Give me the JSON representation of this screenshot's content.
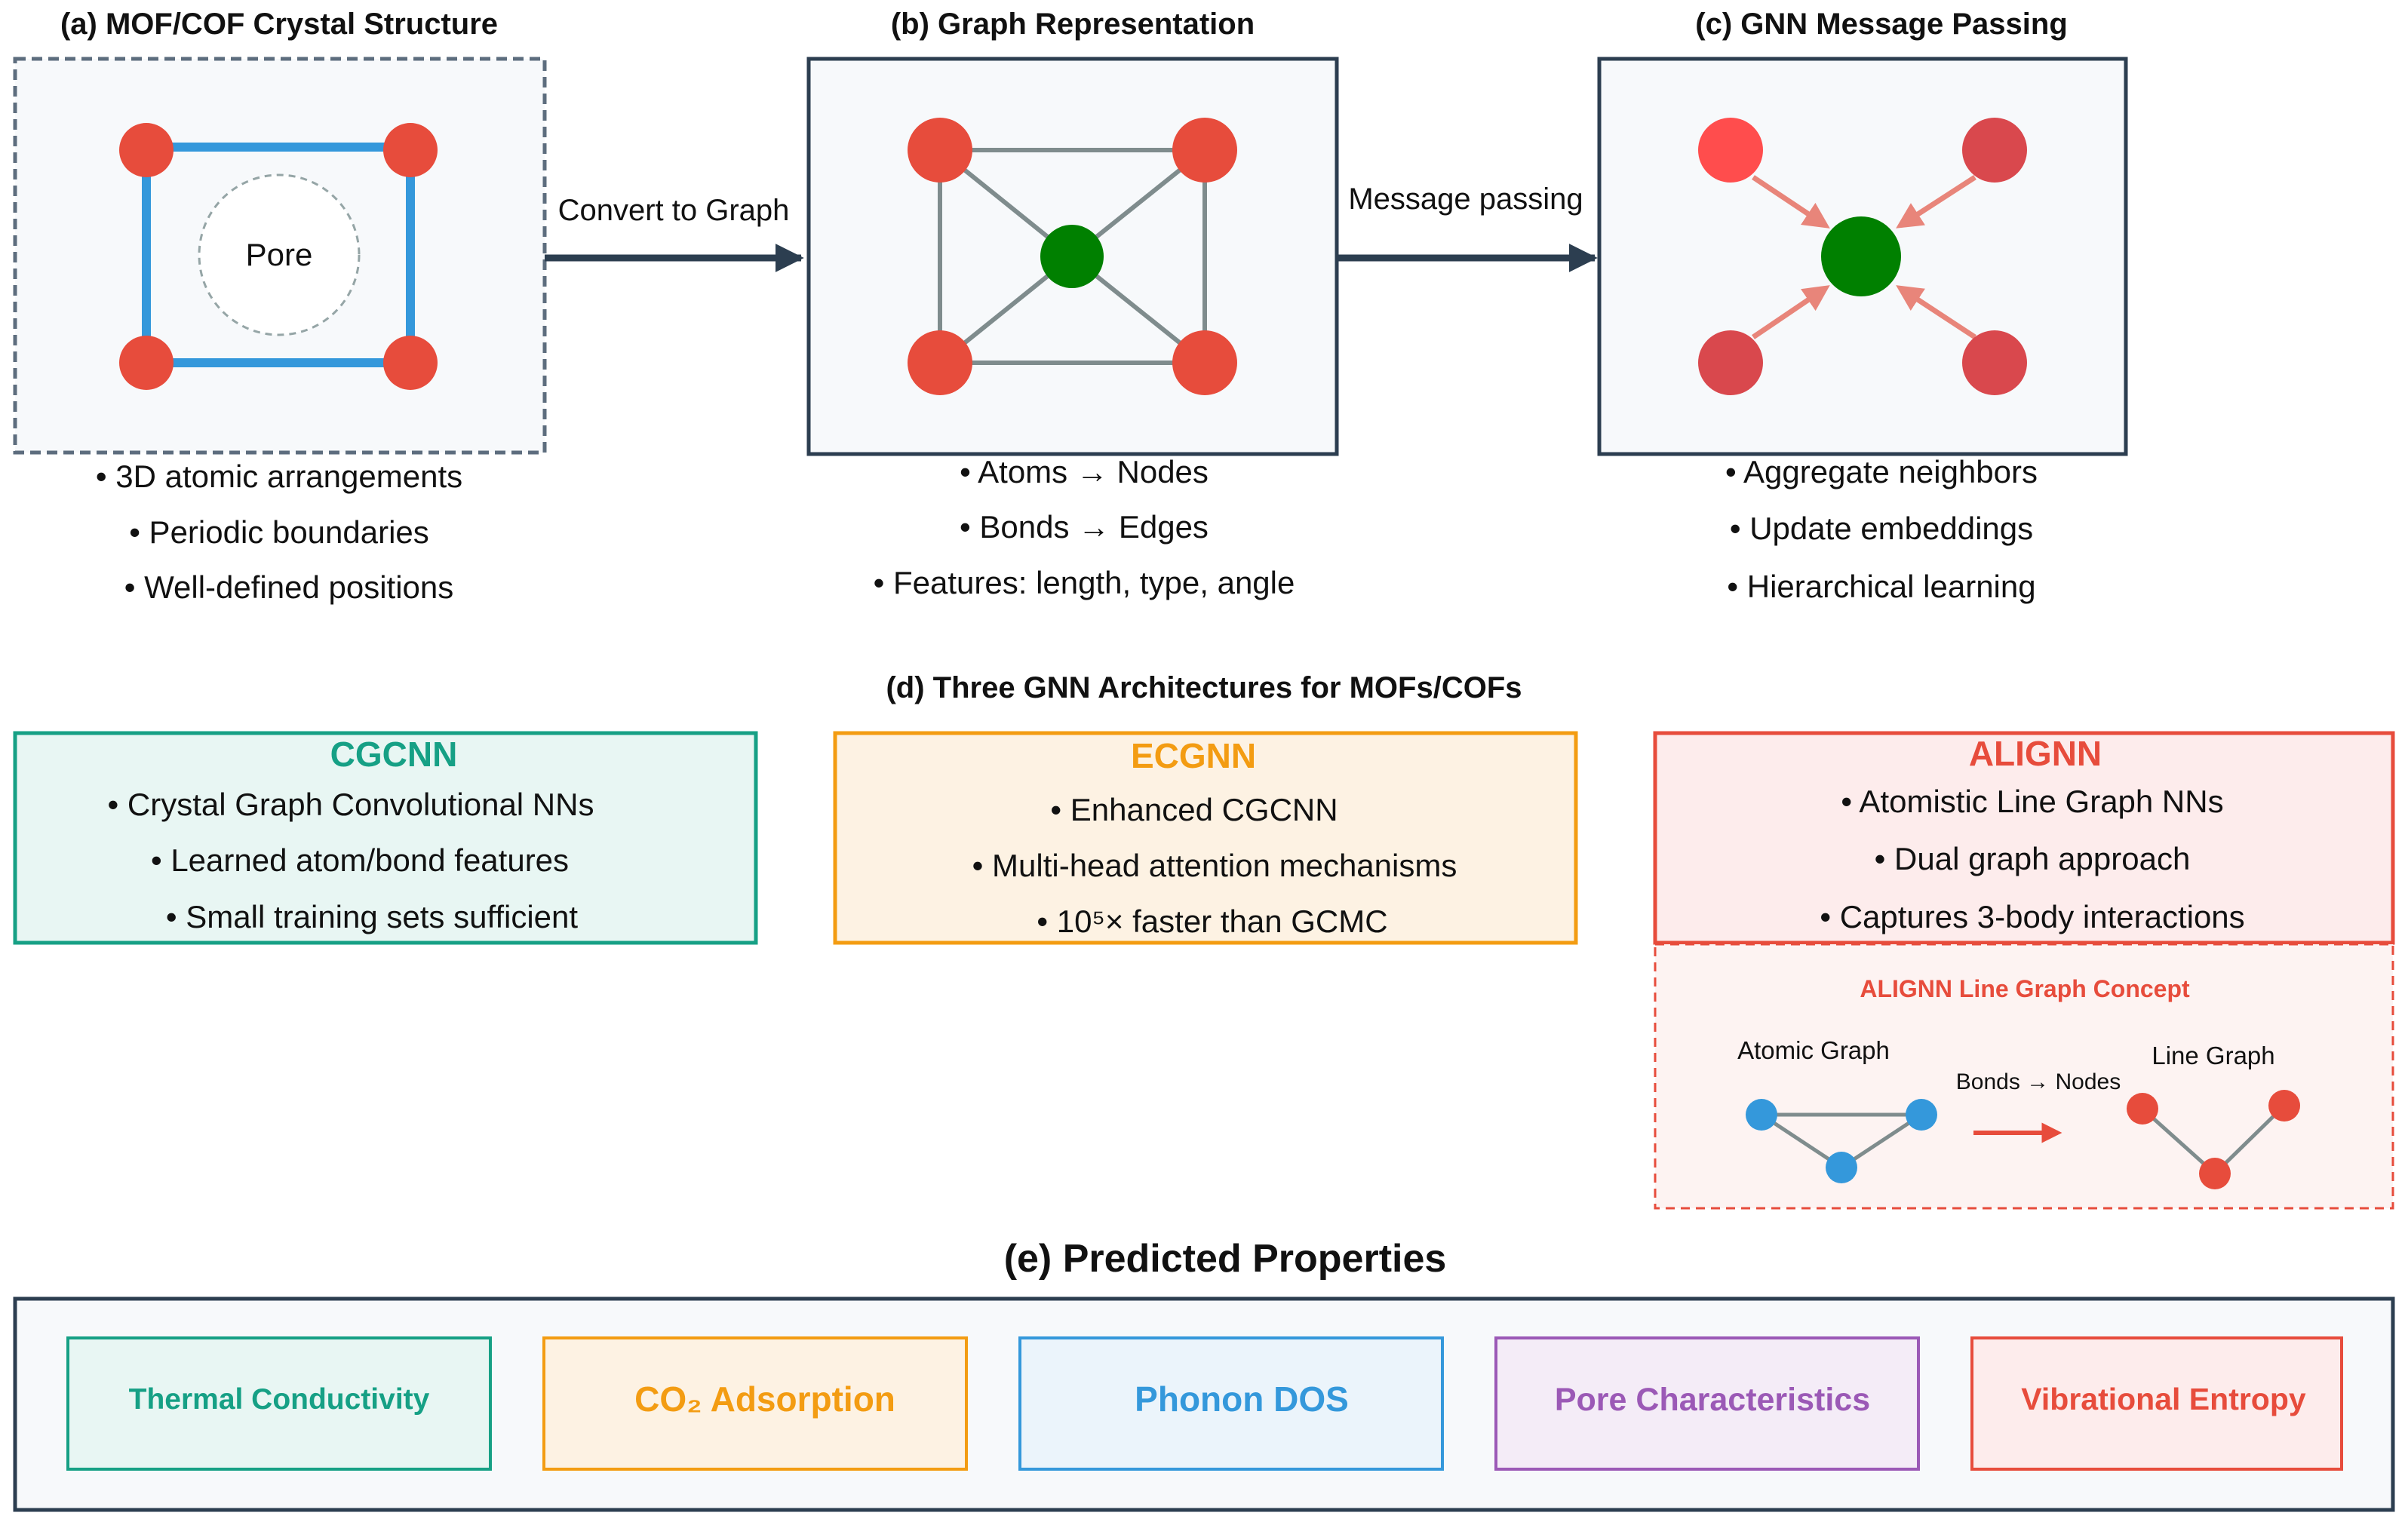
{
  "panels": {
    "a": {
      "title": "(a) MOF/COF Crystal Structure",
      "pore_label": "Pore",
      "bullets": [
        "• 3D atomic arrangements",
        "• Periodic boundaries",
        "• Well-defined positions"
      ]
    },
    "b": {
      "title": "(b) Graph Representation",
      "bullets": [
        "• Atoms → Nodes",
        "• Bonds → Edges",
        "• Features: length, type, angle"
      ]
    },
    "c": {
      "title": "(c) GNN Message Passing",
      "bullets": [
        "• Aggregate neighbors",
        "• Update embeddings",
        "• Hierarchical learning"
      ]
    }
  },
  "arrows": {
    "a_to_b": "Convert to Graph",
    "b_to_c": "Message passing"
  },
  "architectures": {
    "title": "(d) Three GNN Architectures for MOFs/COFs",
    "items": [
      {
        "name": "CGCNN",
        "color": "#16a085",
        "bullets": [
          "• Crystal Graph Convolutional NNs",
          "• Learned atom/bond features",
          "• Small training sets sufficient"
        ]
      },
      {
        "name": "ECGNN",
        "color": "#f39c12",
        "bullets": [
          "• Enhanced CGCNN",
          "• Multi-head attention mechanisms",
          "• 10⁵× faster than GCMC"
        ]
      },
      {
        "name": "ALIGNN",
        "color": "#e74c3c",
        "bullets": [
          "• Atomistic Line Graph NNs",
          "• Dual graph approach",
          "• Captures 3-body interactions"
        ]
      }
    ],
    "concept": {
      "title": "ALIGNN Line Graph Concept",
      "atomic_graph_label": "Atomic Graph",
      "transform_label": "Bonds → Nodes",
      "line_graph_label": "Line Graph"
    }
  },
  "properties": {
    "title": "(e) Predicted Properties",
    "items": [
      {
        "label": "Thermal Conductivity",
        "color": "#16a085"
      },
      {
        "label": "CO₂ Adsorption",
        "color": "#f39c12"
      },
      {
        "label": "Phonon DOS",
        "color": "#3498db"
      },
      {
        "label": "Pore Characteristics",
        "color": "#9b59b6"
      },
      {
        "label": "Vibrational Entropy",
        "color": "#e74c3c"
      }
    ]
  },
  "colors": {
    "atom": "#e74c3c",
    "central_node": "#008000",
    "bond_blue": "#3498db",
    "edge_gray": "#7f8c8d",
    "message_arrow": "#e8857a",
    "dark": "#2c3e50"
  }
}
